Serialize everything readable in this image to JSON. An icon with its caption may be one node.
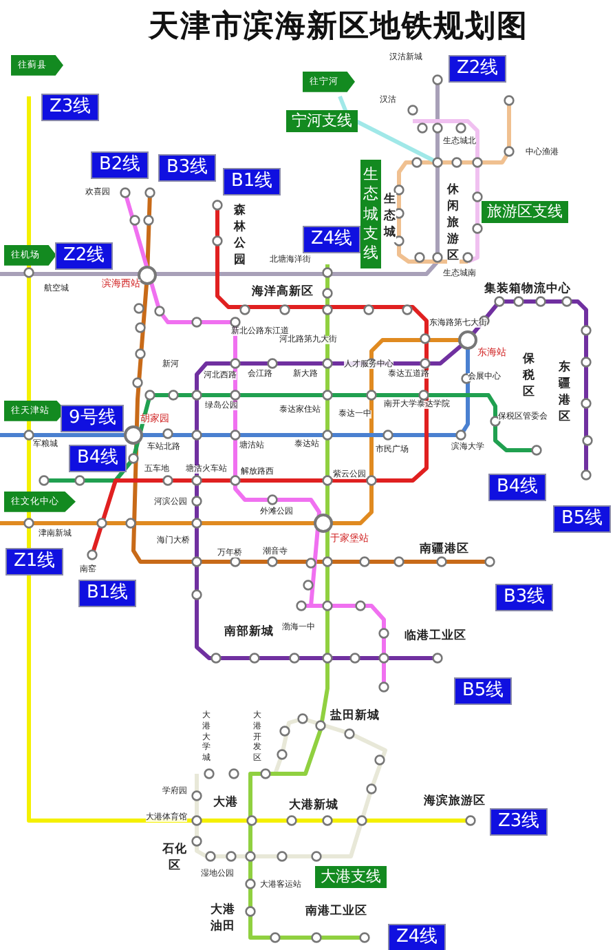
{
  "diagram": {
    "title": "天津市滨海新区地铁规划图",
    "labels": [
      "往蓟县",
      "Z3线",
      "往宁河",
      "Z2线",
      "汉沽新城",
      "宁河支线",
      "汉沽",
      "生态城北",
      "中心渔港",
      "B2线",
      "B3线",
      "B1线",
      "生态城支线",
      "欢喜园",
      "森林公园",
      "生态城",
      "休闲旅游区",
      "旅游区支线",
      "Z4线",
      "往机场",
      "Z2线",
      "北塘海洋街",
      "生态城南",
      "航空城",
      "滨海西站",
      "海洋高新区",
      "集装箱物流中心",
      "新北公路东江道",
      "河北路第九大街",
      "东海路第七大街",
      "东海站",
      "会展中心",
      "新河",
      "河北西路",
      "会江路",
      "新大路",
      "人才服务中心",
      "泰达五道路",
      "保税区",
      "东疆港区",
      "往天津站",
      "9号线",
      "胡家园",
      "绿岛公园",
      "泰达家住站",
      "泰达一中",
      "南开大学泰达学院",
      "保税区管委会",
      "军粮城",
      "车站北路",
      "塘沽站",
      "泰达站",
      "市民广场",
      "滨海大学",
      "B4线",
      "B4线",
      "B5线",
      "五车地",
      "塘沽火车站",
      "解放路西",
      "紫云公园",
      "往文化中心",
      "河滨公园",
      "外滩公园",
      "津南新城",
      "海门大桥",
      "于家堡站",
      "Z1线",
      "南窑",
      "万年桥",
      "潮音寺",
      "南疆港区",
      "B1线",
      "B3线",
      "渤海一中",
      "南部新城",
      "临港工业区",
      "B5线",
      "盐田新城",
      "大港大学城",
      "大港开发区",
      "学府园",
      "大港",
      "大港新城",
      "海滨旅游区",
      "大港体育馆",
      "Z3线",
      "石化区",
      "湿地公园",
      "大港支线",
      "大港客运站",
      "大港油田",
      "南港工业区",
      "Z4线"
    ]
  }
}
